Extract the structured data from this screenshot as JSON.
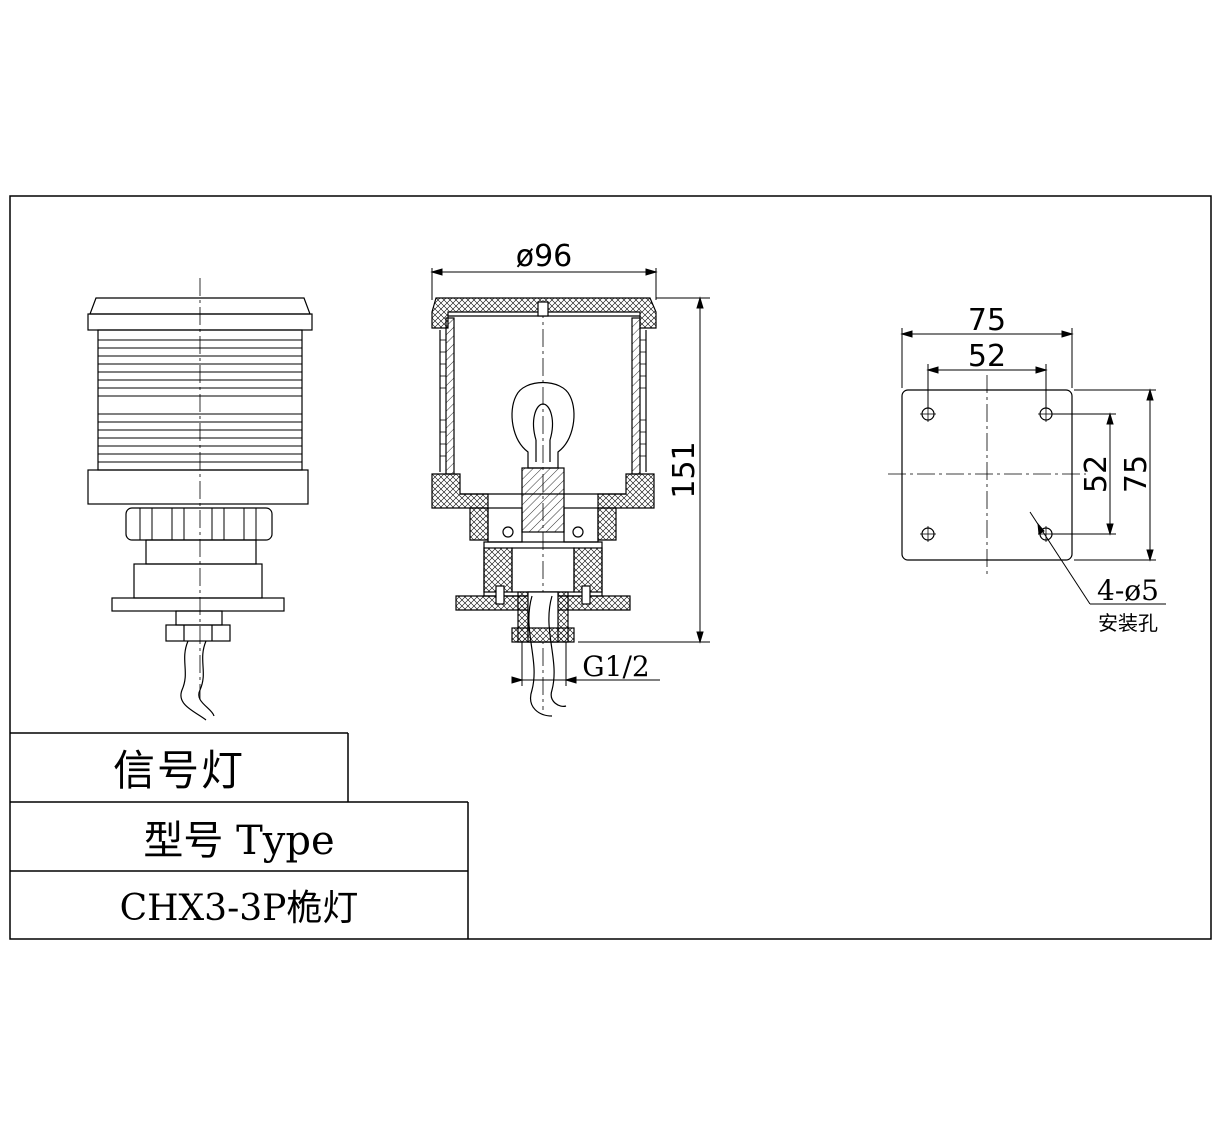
{
  "dimensions": {
    "diameter": "ø96",
    "height": "151",
    "thread": "G1/2",
    "plate_width": "75",
    "hole_spacing_h": "52",
    "hole_spacing_v": "52",
    "plate_height": "75",
    "holes": "4-ø5",
    "holes_caption": "安装孔"
  },
  "title_block": {
    "name": "信号灯",
    "model_label": "型号 Type",
    "model": "CHX3-3P桅灯"
  }
}
